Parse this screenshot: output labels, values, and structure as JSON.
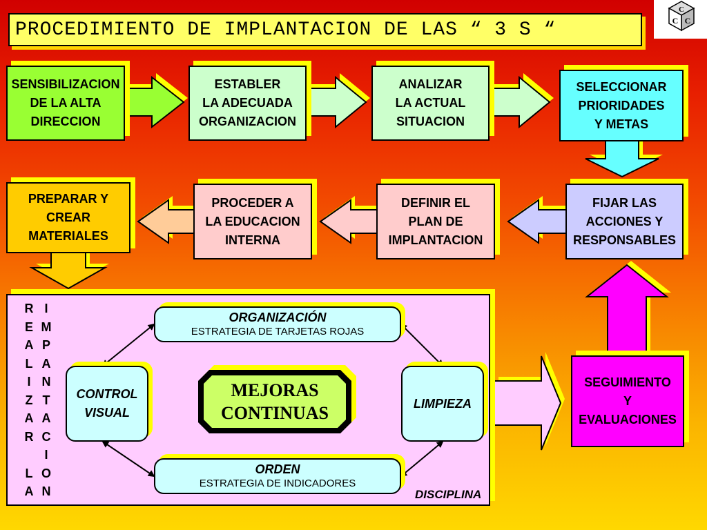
{
  "title": "PROCEDIMIENTO DE IMPLANTACION DE LAS “ 3 S “",
  "logo": {
    "letters": [
      "C",
      "C",
      "C"
    ]
  },
  "steps": {
    "s1": "SENSIBILIZACION\nDE LA ALTA\nDIRECCION",
    "s2": "ESTABLER\nLA ADECUADA\nORGANIZACION",
    "s3": "ANALIZAR\nLA ACTUAL\nSITUACION",
    "s4": "SELECCIONAR\nPRIORIDADES\nY METAS",
    "s5": "FIJAR LAS\nACCIONES Y\nRESPONSABLES",
    "s6": "DEFINIR EL\nPLAN DE\nIMPLANTACION",
    "s7": "PROCEDER A\nLA EDUCACION\nINTERNA",
    "s8": "PREPARAR Y\nCREAR\nMATERIALES",
    "s9": "SEGUIMIENTO\nY\nEVALUACIONES"
  },
  "cycle": {
    "left_column": "R\nE\nA\nL\nI\nZ\nA\nR\n\nL\nA",
    "right_column": "I\nM\nP\nA\nN\nT\nA\nC\nI\nO\nN",
    "organizacion_title": "ORGANIZACIÓN",
    "organizacion_sub": "ESTRATEGIA DE TARJETAS ROJAS",
    "orden_title": "ORDEN",
    "orden_sub": "ESTRATEGIA DE INDICADORES",
    "control": "CONTROL\nVISUAL",
    "limpieza": "LIMPIEZA",
    "mejoras": "MEJORAS\nCONTINUAS",
    "disciplina": "DISCIPLINA"
  },
  "colors": {
    "green": "#99ff33",
    "light_green": "#ccffcc",
    "cyan": "#66ffff",
    "lavender": "#ccccff",
    "pink": "#ffcccc",
    "peach": "#ffcc99",
    "orange": "#ffcc00",
    "magenta": "#ff00ff",
    "cycle_bg": "#ffccff",
    "light_cyan": "#ccffff",
    "mejoras": "#ccff66"
  }
}
